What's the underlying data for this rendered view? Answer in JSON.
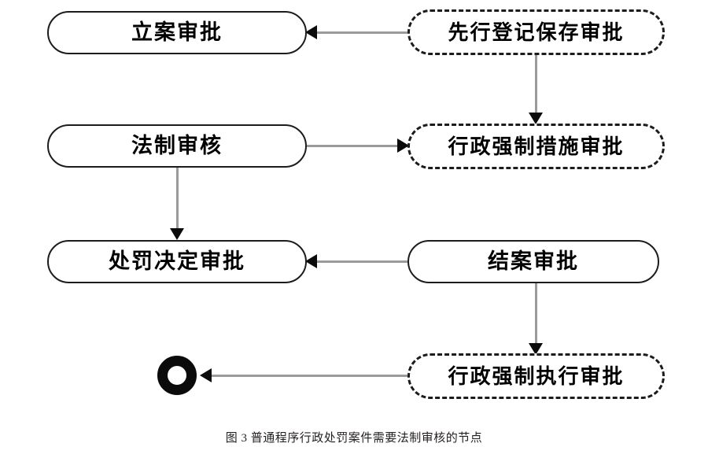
{
  "figure": {
    "caption": "图 3 普通程序行政处罚案件需要法制审核的节点",
    "background_color": "#ffffff",
    "node_border_color": "#1c1c1c",
    "connector_color": "#9a9a9a",
    "arrowhead_color": "#0b0b0b",
    "end_node_color": "#0b0b0b"
  },
  "nodes": [
    {
      "id": "case-filing-approval",
      "label": "立案审批",
      "border_style": "solid",
      "column": "left",
      "row": 1
    },
    {
      "id": "advance-registration-preservation-approval",
      "label": "先行登记保存审批",
      "border_style": "dashed",
      "column": "right",
      "row": 1
    },
    {
      "id": "legal-review",
      "label": "法制审核",
      "border_style": "solid",
      "column": "left",
      "row": 2
    },
    {
      "id": "administrative-compulsory-measure-approval",
      "label": "行政强制措施审批",
      "border_style": "dashed",
      "column": "right",
      "row": 2
    },
    {
      "id": "penalty-decision-approval",
      "label": "处罚决定审批",
      "border_style": "solid",
      "column": "left",
      "row": 3
    },
    {
      "id": "case-closing-approval",
      "label": "结案审批",
      "border_style": "solid",
      "column": "right",
      "row": 3
    },
    {
      "id": "end-state",
      "label": "",
      "border_style": "ring",
      "column": "left",
      "row": 4
    },
    {
      "id": "administrative-compulsory-enforcement-approval",
      "label": "行政强制执行审批",
      "border_style": "dashed",
      "column": "right",
      "row": 4
    }
  ],
  "edges": [
    {
      "from": "advance-registration-preservation-approval",
      "to": "case-filing-approval",
      "direction": "left"
    },
    {
      "from": "advance-registration-preservation-approval",
      "to": "administrative-compulsory-measure-approval",
      "direction": "down"
    },
    {
      "from": "legal-review",
      "to": "administrative-compulsory-measure-approval",
      "direction": "right"
    },
    {
      "from": "legal-review",
      "to": "penalty-decision-approval",
      "direction": "down"
    },
    {
      "from": "case-closing-approval",
      "to": "penalty-decision-approval",
      "direction": "left"
    },
    {
      "from": "case-closing-approval",
      "to": "administrative-compulsory-enforcement-approval",
      "direction": "down"
    },
    {
      "from": "administrative-compulsory-enforcement-approval",
      "to": "end-state",
      "direction": "left"
    }
  ]
}
